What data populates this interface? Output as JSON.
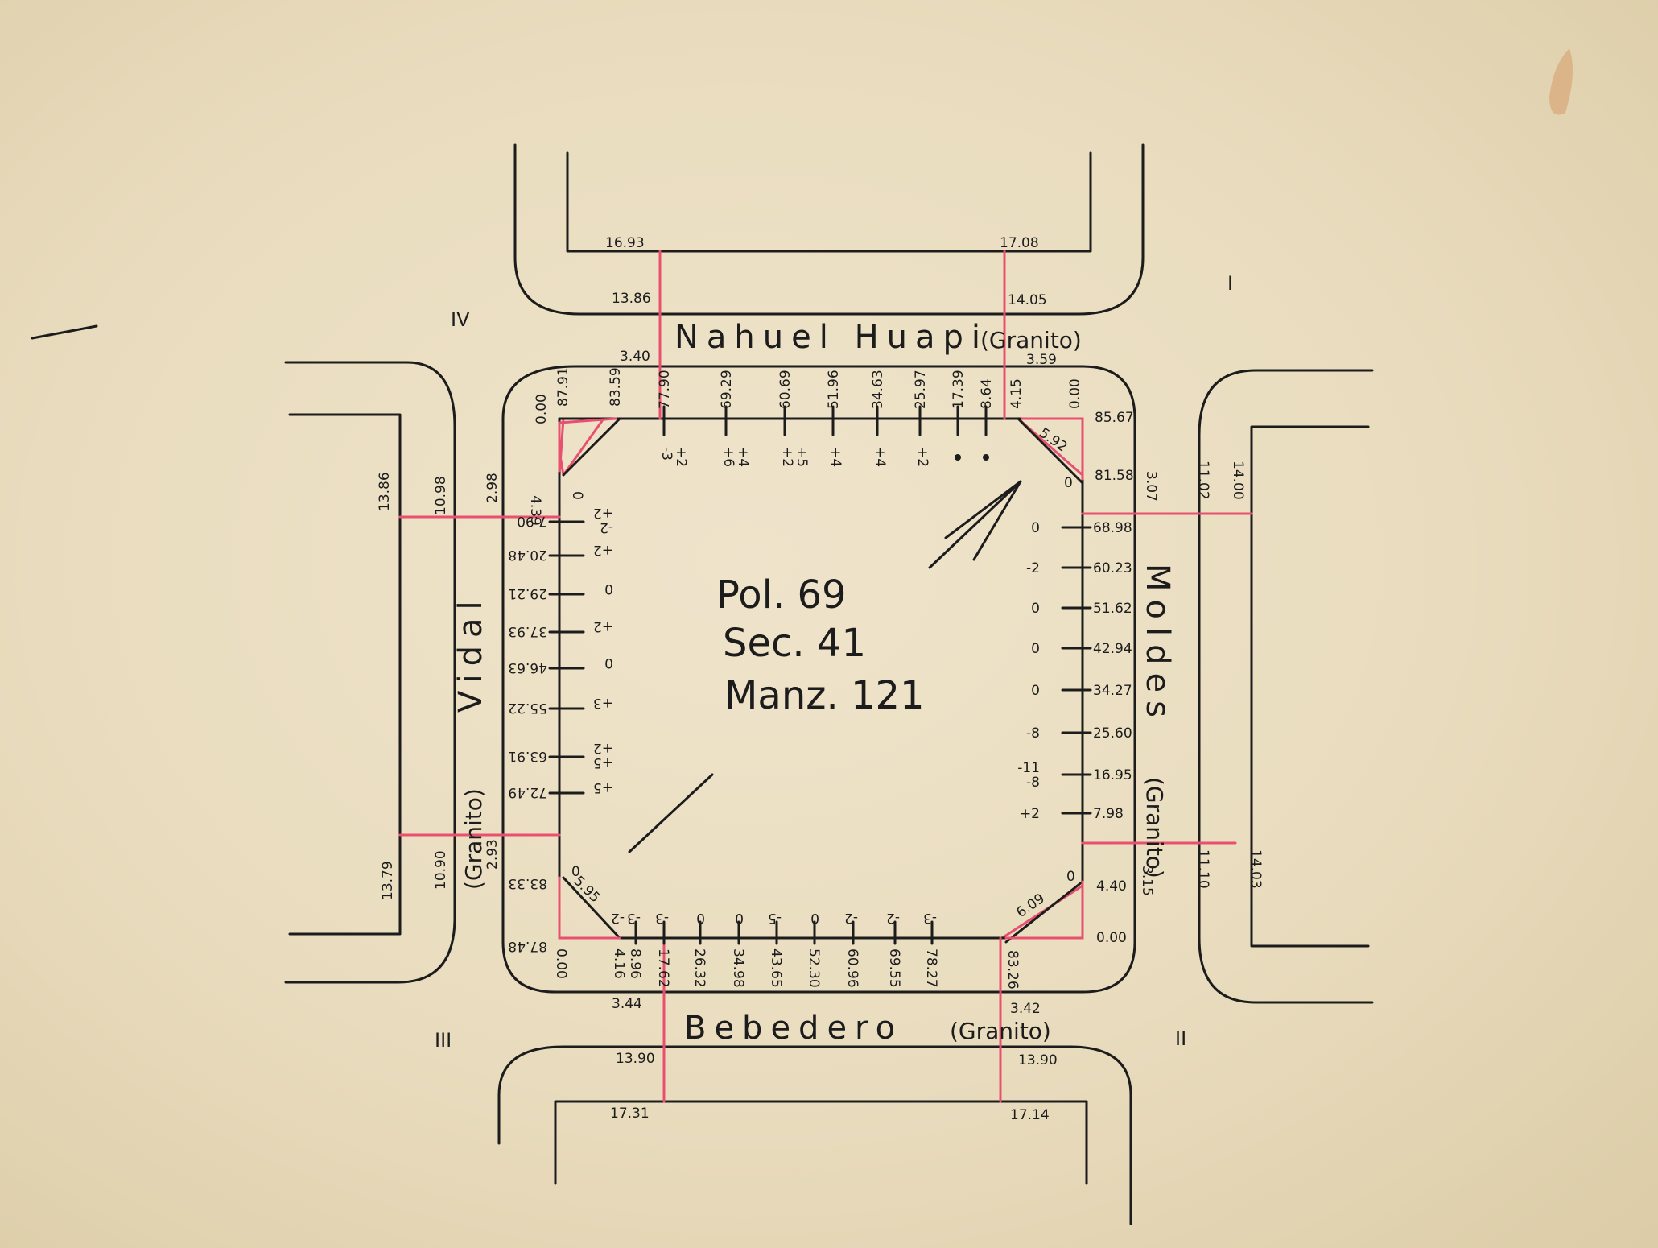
{
  "block": {
    "lines": [
      "Pol. 69",
      "Sec. 41",
      "Manz. 121"
    ]
  },
  "streets": {
    "north": "Nahuel Huapi",
    "north_type": "(Granito)",
    "south": "Bebedero",
    "south_type": "(Granito)",
    "east": "Moldes",
    "east_type": "(Granito)",
    "west": "Vidal",
    "west_type": "(Granito)"
  },
  "corners": [
    "I",
    "II",
    "III",
    "IV"
  ],
  "widths": {
    "n_outer_left": "16.93",
    "n_inner_left": "13.86",
    "n_curb_left": "3.40",
    "n_outer_right": "17.08",
    "n_inner_right": "14.05",
    "n_curb_right": "3.59",
    "s_outer_left": "17.31",
    "s_inner_left": "13.90",
    "s_curb_left": "3.44",
    "s_outer_right": "17.14",
    "s_inner_right": "13.90",
    "s_curb_right": "3.42",
    "e_outer_top": "14.00",
    "e_inner_top": "11.02",
    "e_curb_top": "3.07",
    "e_outer_bot": "14.03",
    "e_inner_bot": "11.10",
    "e_curb_bot": "3.15",
    "w_outer_top": "13.86",
    "w_inner_top": "10.98",
    "w_curb_top": "2.98",
    "w_outer_bot": "13.79",
    "w_inner_bot": "10.90",
    "w_curb_bot": "2.93"
  },
  "north_side": {
    "corner_left": [
      "0.00",
      "87.91",
      "83.59",
      "4.39",
      "0"
    ],
    "stations": [
      "77.90",
      "69.29",
      "60.69",
      "51.96",
      "34.63",
      "25.97",
      "17.39",
      "8.64",
      "4.15",
      "0.00"
    ],
    "levels": [
      "-3\n+2",
      "+6\n+4",
      "+2\n+5",
      "+4",
      "+4",
      "+2",
      "•",
      "•"
    ],
    "corner_right": [
      "85.67",
      "81.58",
      "5.92",
      "0"
    ]
  },
  "east_side": {
    "stations": [
      "68.98",
      "60.23",
      "51.62",
      "42.94",
      "34.27",
      "25.60",
      "16.95",
      "7.98"
    ],
    "levels": [
      "0",
      "-2",
      "0",
      "0",
      "0",
      "-8",
      "-11\n-8",
      "+2"
    ],
    "corner_bottom": [
      "4.40",
      "0.00",
      "6.09",
      "83.26",
      "0"
    ]
  },
  "south_side": {
    "stations": [
      "4.16",
      "8.96",
      "17.62",
      "26.32",
      "34.98",
      "43.65",
      "52.30",
      "60.96",
      "69.55",
      "78.27"
    ],
    "levels": [
      "-2",
      "-3",
      "-3",
      "0",
      "0",
      "-5",
      "0",
      "-2",
      "-2",
      "-3"
    ],
    "corner_left": [
      "83.33",
      "0.00",
      "87.48",
      "5.95",
      "0"
    ]
  },
  "west_side": {
    "stations": [
      "7.90",
      "20.48",
      "29.21",
      "37.93",
      "46.63",
      "55.22",
      "63.91",
      "72.49"
    ],
    "levels": [
      "+2\n-2",
      "+2",
      "0",
      "+2",
      "0",
      "+3",
      "+2\n+5",
      "+5"
    ]
  }
}
